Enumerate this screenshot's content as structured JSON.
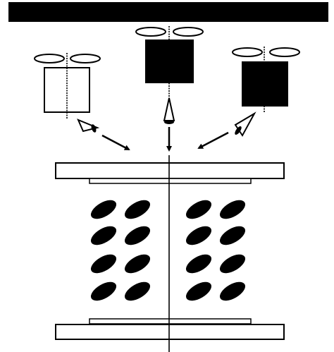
{
  "diagram": {
    "top_bar_color": "#000000",
    "background_color": "#ffffff",
    "light_emitter_fill": "#ffffff",
    "dark_emitter_fill": "#000000",
    "stroke_color": "#000000",
    "molecule_color": "#000000",
    "emitter_icons": [
      "propeller-icon",
      "cone-nozzle-icon"
    ],
    "emitters": [
      {
        "id": "left",
        "fill": "light"
      },
      {
        "id": "center",
        "fill": "dark"
      },
      {
        "id": "right",
        "fill": "dark"
      }
    ],
    "molecule_rows": 4,
    "molecule_columns": 4
  }
}
